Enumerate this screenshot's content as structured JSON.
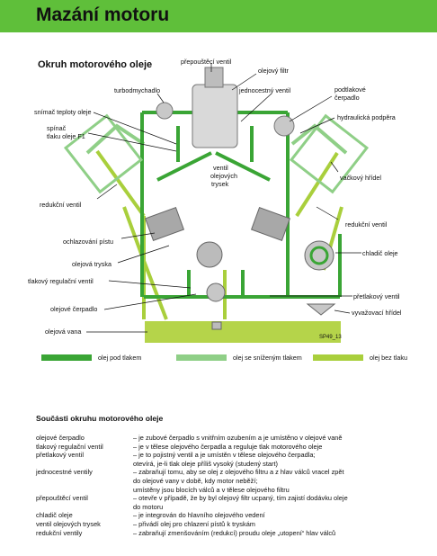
{
  "title": "Mazání motoru",
  "subtitle": "Okruh motorového oleje",
  "labels": {
    "prepoustec_top": "přepouštěcí ventil",
    "olejovy_filtr": "olejový filtr",
    "turbodmychadlo": "turbodmychadlo",
    "jednocestny": "jednocestný ventil",
    "podtlakove1": "podtlakové",
    "podtlakove2": "čerpadlo",
    "snimac": "snímač teploty oleje",
    "hydraulicka": "hydraulická podpěra",
    "spinac1": "spínač",
    "spinac2": "tlaku oleje F1",
    "ventil_trysek1": "ventil",
    "ventil_trysek2": "olejových",
    "ventil_trysek3": "trysek",
    "vackovy": "vačkový hřídel",
    "redukcni_left": "redukční ventil",
    "redukcni_right": "redukční ventil",
    "ochlazovani": "ochlazování pístu",
    "chladic": "chladič oleje",
    "olejova_tryska": "olejová tryska",
    "tlakovy_reg": "tlakový regulační ventil",
    "pretlakovy": "přetlakový ventil",
    "olejove_cerpadlo": "olejové čerpadlo",
    "vyvazovaci": "vyvažovací hřídel",
    "olejova_vana": "olejová vana",
    "code": "SP49_13"
  },
  "legend": [
    {
      "label": "olej pod tlakem",
      "color": "#3aa535"
    },
    {
      "label": "olej se sníženým tlakem",
      "color": "#8fcf87"
    },
    {
      "label": "olej bez tlaku",
      "color": "#a9cf3c"
    }
  ],
  "parts_title": "Součásti okruhu motorového oleje",
  "parts": [
    {
      "term": "olejové čerpadlo",
      "def": [
        "– je zubové čerpadlo s vnitřním ozubením a je umístěno v olejové vaně"
      ]
    },
    {
      "term": "tlakový regulační ventil",
      "def": [
        "– je v tělese olejového čerpadla a reguluje tlak motorového oleje"
      ]
    },
    {
      "term": "přetlakový ventil",
      "def": [
        "– je to pojistný ventil a je umístěn v tělese olejového čerpadla;",
        "  otevírá, je-li tlak oleje příliš vysoký (studený start)"
      ]
    },
    {
      "term": "jednocestné ventily",
      "def": [
        "– zabraňují tomu, aby se olej z olejového filtru a z hlav válců vracel zpět",
        "  do olejové vany v době, kdy motor neběží;",
        "  umístěny jsou blocích válců a v tělese olejového filtru"
      ]
    },
    {
      "term": "přepouštěcí ventil",
      "def": [
        "– otevře v případě, že by byl olejový filtr ucpaný, tím zajistí dodávku oleje",
        "  do motoru"
      ]
    },
    {
      "term": "chladič oleje",
      "def": [
        "– je integrován do hlavního olejového vedení"
      ]
    },
    {
      "term": "ventil olejových trysek",
      "def": [
        "– přivádí olej pro chlazení pístů k tryskám"
      ]
    },
    {
      "term": "redukční ventily",
      "def": [
        "– zabraňují zmenšováním (redukcí) proudu oleje „utopení“ hlav válců"
      ]
    }
  ]
}
